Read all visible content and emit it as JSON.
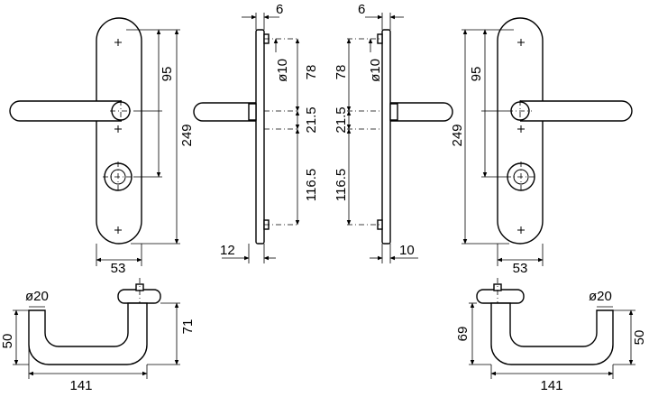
{
  "views": {
    "front_left": {
      "height": "249",
      "spindle_to_cylinder": "95",
      "width": "53"
    },
    "side_left": {
      "plate_thickness": "6",
      "hole_diameter": "ø10",
      "upper": "78",
      "middle": "21.5",
      "lower": "116.5",
      "lever_offset": "12"
    },
    "side_right": {
      "plate_thickness": "6",
      "hole_diameter": "ø10",
      "upper": "78",
      "middle": "21.5",
      "lower": "116.5",
      "lever_offset": "10"
    },
    "front_right": {
      "height": "249",
      "spindle_to_cylinder": "95",
      "width": "53"
    },
    "top_left": {
      "diameter": "ø20",
      "projection_inner": "50",
      "projection_outer": "71",
      "length": "141"
    },
    "top_right": {
      "diameter": "ø20",
      "projection_inner": "69",
      "projection_outer": "50",
      "length": "141"
    }
  }
}
